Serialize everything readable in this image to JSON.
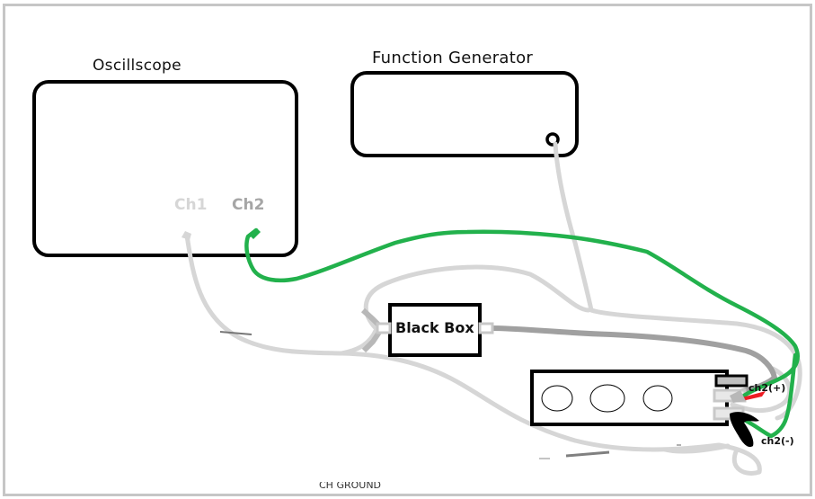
{
  "diagram": {
    "type": "hand-drawn wiring diagram",
    "devices": {
      "oscilloscope": {
        "label": "Oscillscope",
        "channels": [
          "Ch1",
          "Ch2"
        ]
      },
      "function_generator": {
        "label": "Function Generator"
      },
      "black_box": {
        "label": "Black Box"
      },
      "breadboard": {
        "hole_count": 3,
        "terminals": [
          "ch2(+)",
          "ch2(-)"
        ]
      }
    },
    "probe_labels": {
      "positive": "ch2(+)",
      "negative": "ch2(-)"
    },
    "wire_colors": {
      "ch2_probe": "#22b14c",
      "ch1_probe": "#d6d6d6",
      "generator_lead": "#d6d6d6",
      "black_box_lead": "#a0a0a0",
      "positive_clip": "#ed1c24",
      "negative_clip": "#000000"
    },
    "frame_color": "#c6c6c6",
    "cut_off_text": "CH GROUND"
  }
}
